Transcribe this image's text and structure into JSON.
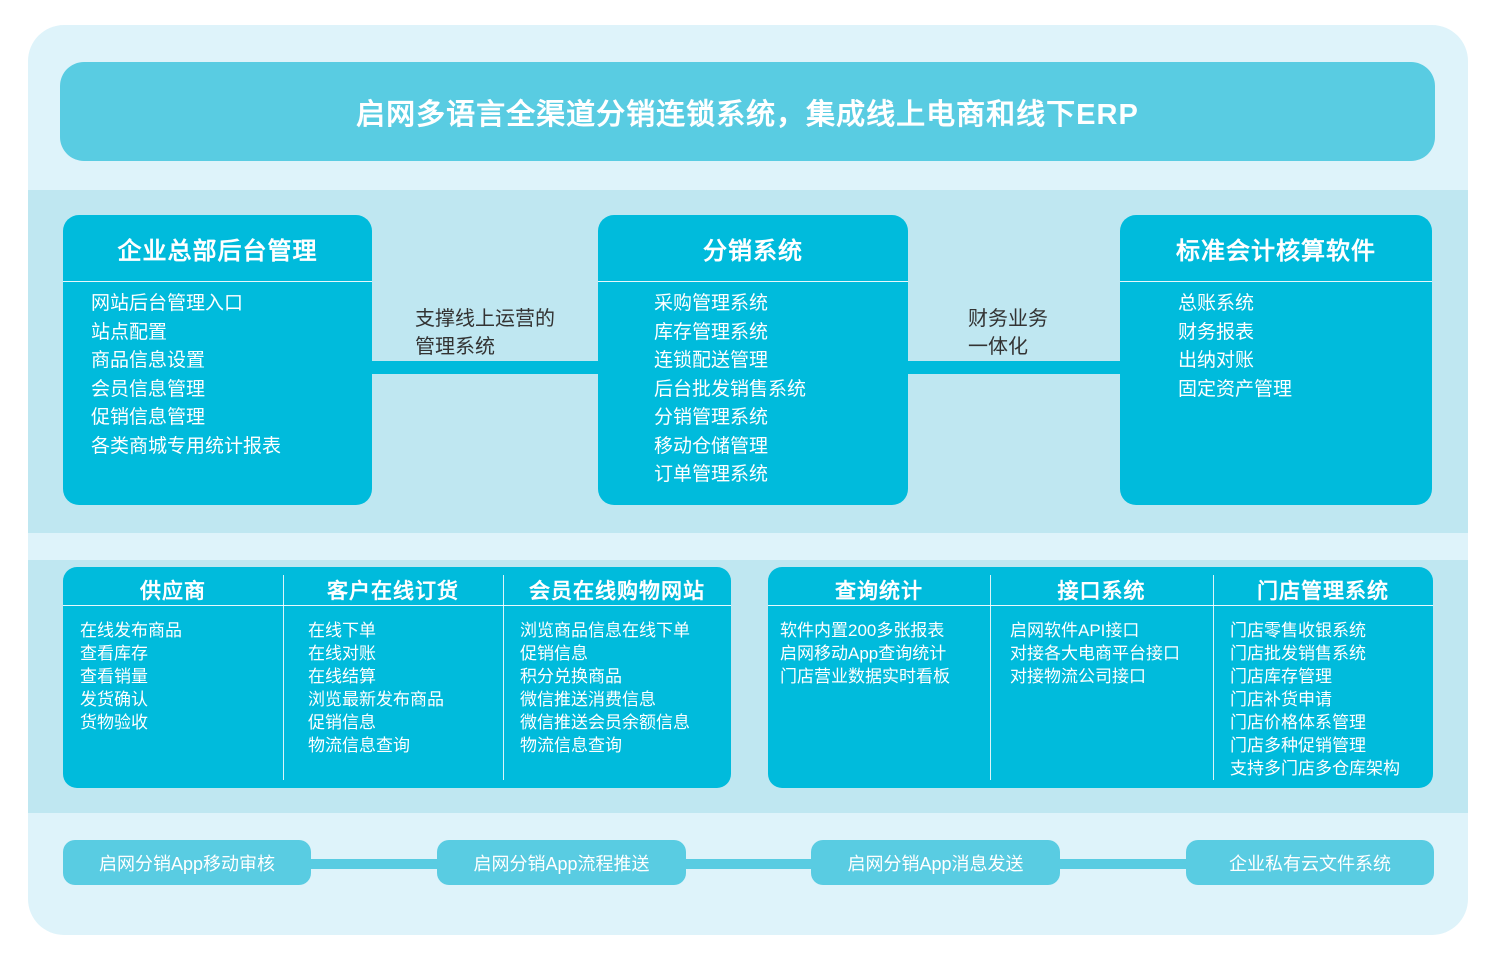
{
  "title": "启网多语言全渠道分销连锁系统，集成线上电商和线下ERP",
  "colors": {
    "box_cyan": "#00bbdc",
    "banner_turquoise": "#59cce2",
    "band_blue": "#bfe7f1",
    "container_blue": "#def3fa",
    "label_text": "#333333",
    "box_text": "#ffffff"
  },
  "top_boxes": [
    {
      "title": "企业总部后台管理",
      "items": [
        "网站后台管理入口",
        "站点配置",
        "商品信息设置",
        "会员信息管理",
        "促销信息管理",
        "各类商城专用统计报表"
      ]
    },
    {
      "title": "分销系统",
      "items": [
        "采购管理系统",
        "库存管理系统",
        "连锁配送管理",
        "后台批发销售系统",
        "分销管理系统",
        "移动仓储管理",
        "订单管理系统"
      ]
    },
    {
      "title": "标准会计核算软件",
      "items": [
        "总账系统",
        "财务报表",
        "出纳对账",
        "固定资产管理"
      ]
    }
  ],
  "connectors": [
    {
      "line1": "支撑线上运营的",
      "line2": "管理系统"
    },
    {
      "line1": "财务业务",
      "line2": "一体化"
    }
  ],
  "lower_boxes": [
    {
      "columns": [
        {
          "title": "供应商",
          "items": [
            "在线发布商品",
            "查看库存",
            "查看销量",
            "发货确认",
            "货物验收"
          ]
        },
        {
          "title": "客户在线订货",
          "items": [
            "在线下单",
            "在线对账",
            "在线结算",
            "浏览最新发布商品",
            "促销信息",
            "物流信息查询"
          ]
        },
        {
          "title": "会员在线购物网站",
          "items": [
            "浏览商品信息在线下单",
            "促销信息",
            "积分兑换商品",
            "微信推送消费信息",
            "微信推送会员余额信息",
            "物流信息查询"
          ]
        }
      ]
    },
    {
      "columns": [
        {
          "title": "查询统计",
          "items": [
            "软件内置200多张报表",
            "启网移动App查询统计",
            "门店营业数据实时看板"
          ]
        },
        {
          "title": "接口系统",
          "items": [
            "启网软件API接口",
            "对接各大电商平台接口",
            "对接物流公司接口"
          ]
        },
        {
          "title": "门店管理系统",
          "items": [
            "门店零售收银系统",
            "门店批发销售系统",
            "门店库存管理",
            "门店补货申请",
            "门店价格体系管理",
            "门店多种促销管理",
            "支持多门店多仓库架构"
          ]
        }
      ]
    }
  ],
  "footer_buttons": [
    "启网分销App移动审核",
    "启网分销App流程推送",
    "启网分销App消息发送",
    "企业私有云文件系统"
  ]
}
